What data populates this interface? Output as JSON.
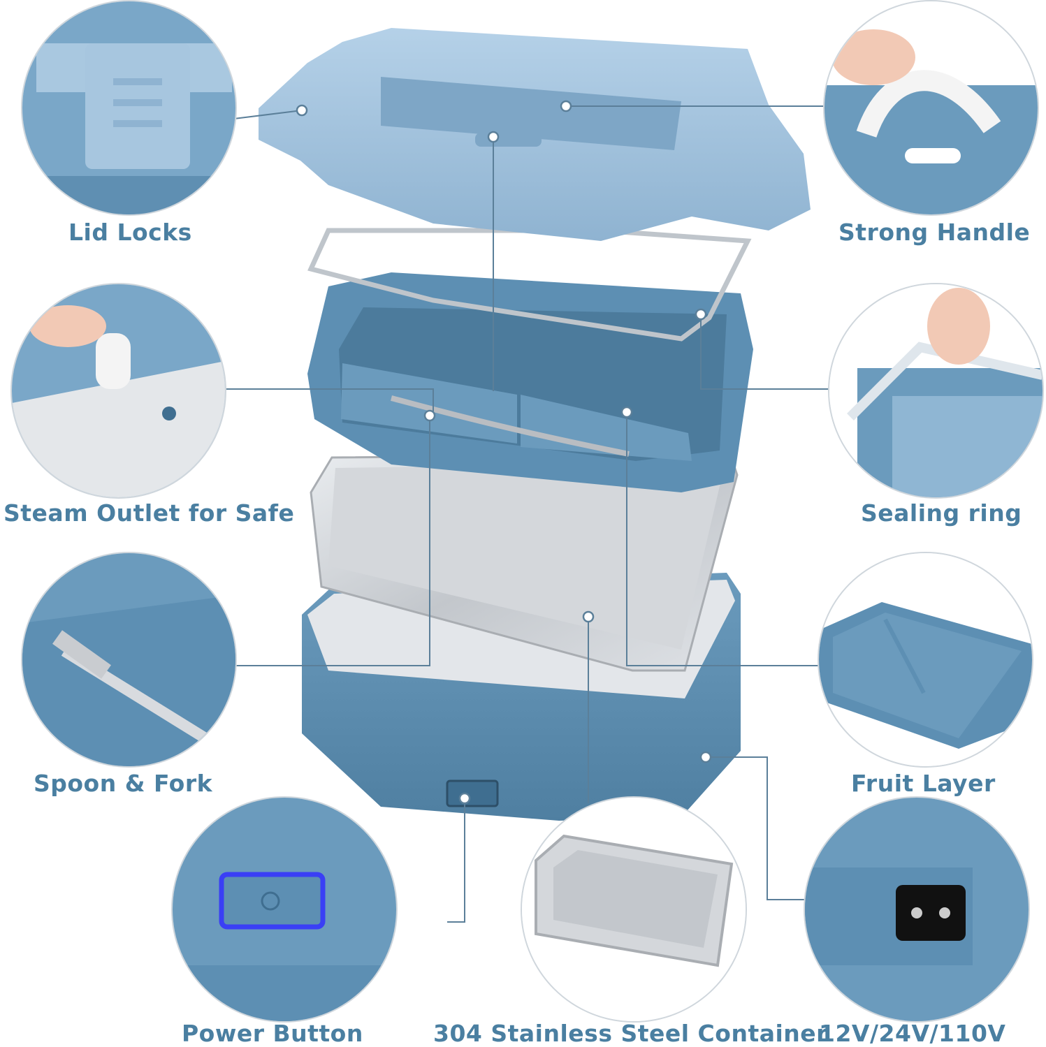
{
  "colors": {
    "label": "#4a7fa1",
    "box_blue": "#5d8fb3",
    "lid_blue": "#9ec0dc",
    "steel": "#c9ccd0",
    "leader": "#5b7f99",
    "power_glow": "#3a3ff5"
  },
  "features": {
    "lid_locks": "Lid Locks",
    "strong_handle": "Strong Handle",
    "steam_outlet": "Steam Outlet for Safe",
    "sealing_ring": "Sealing ring",
    "spoon_fork": "Spoon & Fork",
    "fruit_layer": "Fruit Layer",
    "power_button": "Power Button",
    "steel_container": "304 Stainless Steel Container",
    "voltage": "12V/24V/110V"
  },
  "icons": {
    "power": "power-icon",
    "socket": "power-socket-icon"
  }
}
